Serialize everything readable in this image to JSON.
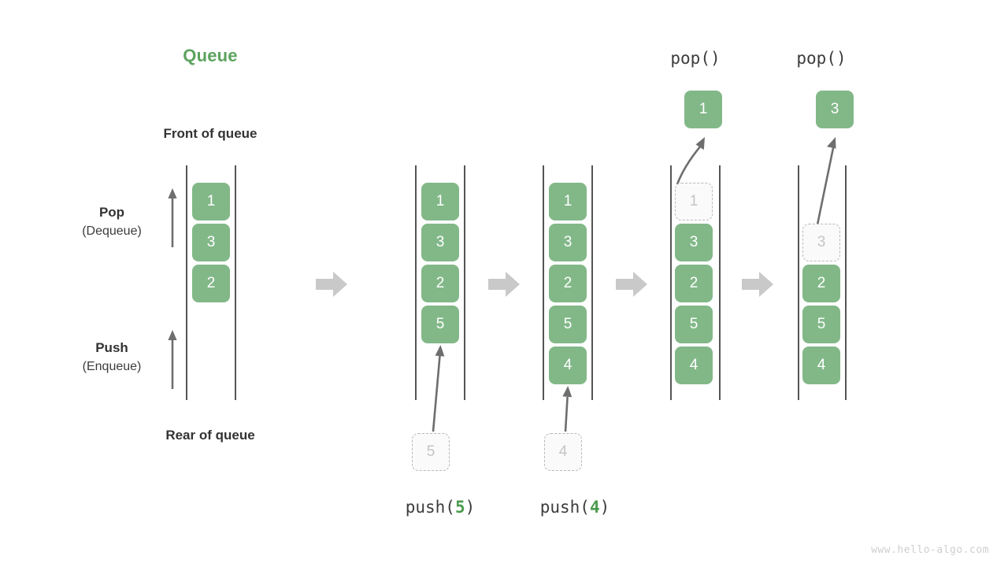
{
  "diagram": {
    "title": "Queue",
    "front_label": "Front of queue",
    "rear_label": "Rear of queue",
    "pop_label": "Pop",
    "pop_sub": "(Dequeue)",
    "push_label": "Push",
    "push_sub": "(Enqueue)",
    "watermark": "www.hello-algo.com",
    "colors": {
      "accent_green": "#82b888",
      "title_green": "#5ca35e",
      "arg_green": "#4b9b4f",
      "rail_gray": "#555555",
      "ghost_border": "#b9b9b9",
      "ghost_fill": "#fafafa",
      "ghost_text": "#c4c4c4",
      "block_arrow": "#c9c9c9",
      "thin_arrow": "#6e6e6e",
      "text": "#3c3c3c",
      "watermark": "#cfcfcf"
    }
  },
  "stages": [
    {
      "id": "initial",
      "op_label": "",
      "caption": "",
      "items": [
        "1",
        "3",
        "2"
      ],
      "ghost_top": "",
      "ghost_bottom": "",
      "popped": ""
    },
    {
      "id": "push-5",
      "op_label": "",
      "caption_prefix": "push(",
      "caption_arg": "5",
      "caption_suffix": ")",
      "items": [
        "1",
        "3",
        "2",
        "5"
      ],
      "ghost_top": "",
      "ghost_bottom": "5",
      "popped": ""
    },
    {
      "id": "push-4",
      "op_label": "",
      "caption_prefix": "push(",
      "caption_arg": "4",
      "caption_suffix": ")",
      "items": [
        "1",
        "3",
        "2",
        "5",
        "4"
      ],
      "ghost_top": "",
      "ghost_bottom": "4",
      "popped": ""
    },
    {
      "id": "pop-1",
      "op_label": "pop()",
      "caption": "",
      "items": [
        "3",
        "2",
        "5",
        "4"
      ],
      "ghost_top": "1",
      "ghost_bottom": "",
      "popped": "1"
    },
    {
      "id": "pop-3",
      "op_label": "pop()",
      "caption": "",
      "items": [
        "2",
        "5",
        "4"
      ],
      "ghost_top": "3",
      "ghost_bottom": "",
      "popped": "3"
    }
  ],
  "transition_arrows": [
    "transition-arrow-1",
    "transition-arrow-2",
    "transition-arrow-3",
    "transition-arrow-4"
  ]
}
